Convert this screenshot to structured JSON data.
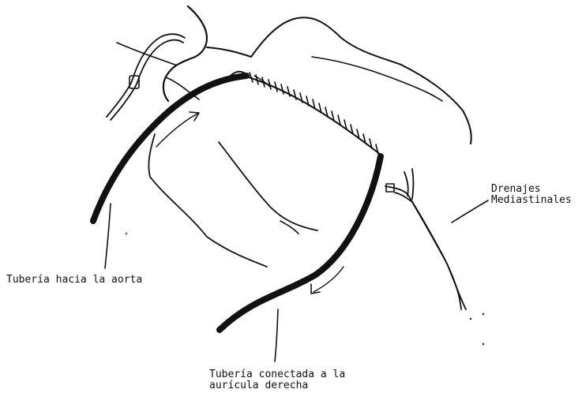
{
  "labels": {
    "drenajes_line1": "Drenajes",
    "drenajes_line2": "Mediastinales",
    "aorta": "Tubería hacia la aorta",
    "auricula_line1": "Tubería conectada a la",
    "auricula_line2": "aurícula derecha"
  },
  "colors": {
    "ink": "#111111",
    "background": "#ffffff"
  }
}
